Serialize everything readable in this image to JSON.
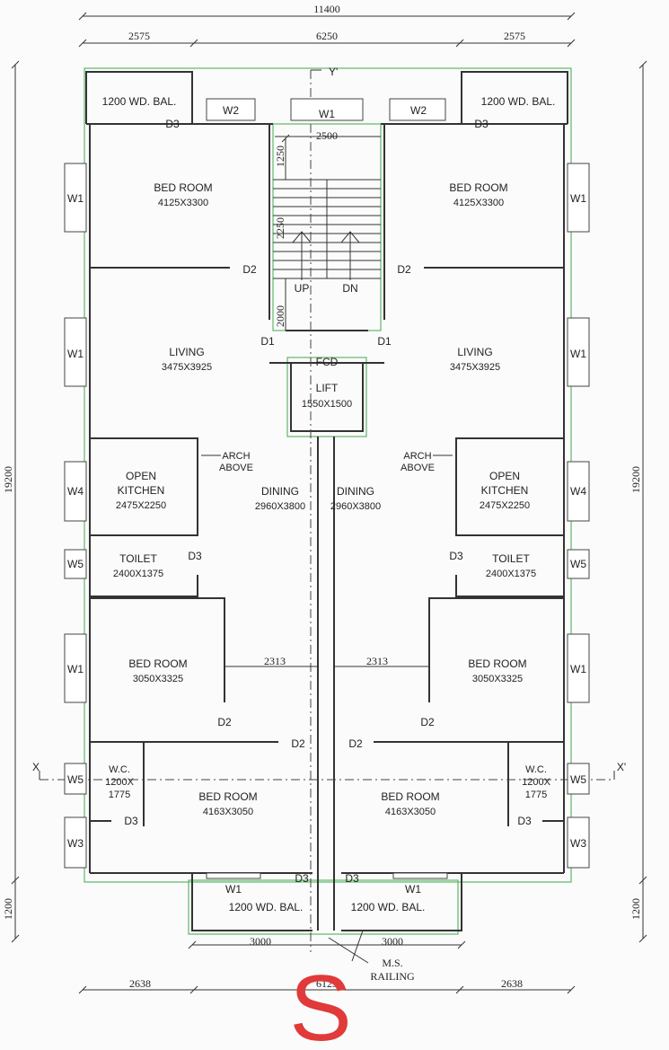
{
  "dimensions": {
    "top_total": "11400",
    "top_left": "2575",
    "top_mid": "6250",
    "top_right": "2575",
    "side_total_left": "19200",
    "side_total_right": "19200",
    "side_bal_left": "1200",
    "side_bal_right": "1200",
    "bottom_left": "2638",
    "bottom_mid": "6125",
    "bottom_right": "2638",
    "bal_left": "3000",
    "bal_right": "3000",
    "stair_width": "2500",
    "stair_1250": "1250",
    "stair_2250": "2250",
    "stair_2000": "2000",
    "corridor_left": "2313",
    "corridor_right": "2313"
  },
  "axes": {
    "y_label": "Y'",
    "x_left": "X",
    "x_right": "X'"
  },
  "rooms": {
    "bal_tl": "1200 WD. BAL.",
    "bal_tr": "1200 WD. BAL.",
    "bal_bl": "1200 WD. BAL.",
    "bal_br": "1200 WD. BAL.",
    "bed1_l_name": "BED ROOM",
    "bed1_l_size": "4125X3300",
    "bed1_r_name": "BED ROOM",
    "bed1_r_size": "4125X3300",
    "living_l_name": "LIVING",
    "living_l_size": "3475X3925",
    "living_r_name": "LIVING",
    "living_r_size": "3475X3925",
    "kitchen_l_1": "OPEN",
    "kitchen_l_2": "KITCHEN",
    "kitchen_l_size": "2475X2250",
    "kitchen_r_1": "OPEN",
    "kitchen_r_2": "KITCHEN",
    "kitchen_r_size": "2475X2250",
    "dining_l_name": "DINING",
    "dining_l_size": "2960X3800",
    "dining_r_name": "DINING",
    "dining_r_size": "2960X3800",
    "toilet_l_name": "TOILET",
    "toilet_l_size": "2400X1375",
    "toilet_r_name": "TOILET",
    "toilet_r_size": "2400X1375",
    "bed2_l_name": "BED ROOM",
    "bed2_l_size": "3050X3325",
    "bed2_r_name": "BED ROOM",
    "bed2_r_size": "3050X3325",
    "wc_l_1": "W.C.",
    "wc_l_2": "1200X",
    "wc_l_3": "1775",
    "wc_r_1": "W.C.",
    "wc_r_2": "1200X",
    "wc_r_3": "1775",
    "bed3_l_name": "BED ROOM",
    "bed3_l_size": "4163X3050",
    "bed3_r_name": "BED ROOM",
    "bed3_r_size": "4163X3050",
    "lift_name": "LIFT",
    "lift_size": "1550X1500",
    "fcd": "FCD",
    "stair_up": "UP",
    "stair_dn": "DN",
    "arch_1": "ARCH",
    "arch_2": "ABOVE",
    "railing_1": "M.S.",
    "railing_2": "RAILING"
  },
  "openings": {
    "W1": "W1",
    "W2": "W2",
    "W3": "W3",
    "W4": "W4",
    "W5": "W5",
    "D1": "D1",
    "D2": "D2",
    "D3": "D3"
  },
  "annotation": {
    "letter": "S",
    "color": "#e03a3a"
  }
}
